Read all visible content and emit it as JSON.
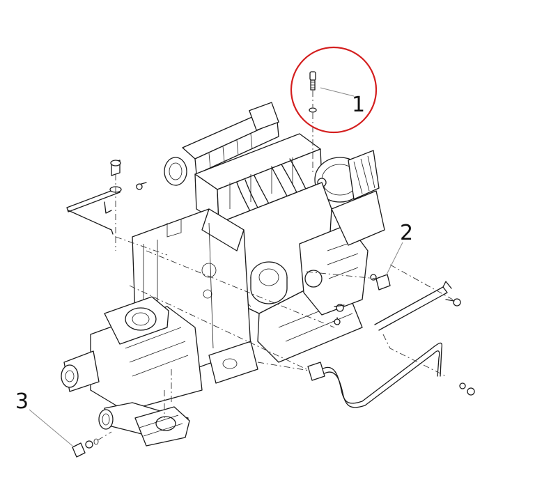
{
  "callouts": {
    "one": "1",
    "two": "2",
    "three": "3"
  },
  "colors": {
    "highlight": "#d41f1f",
    "line": "#1a1a1a",
    "background": "#ffffff"
  }
}
